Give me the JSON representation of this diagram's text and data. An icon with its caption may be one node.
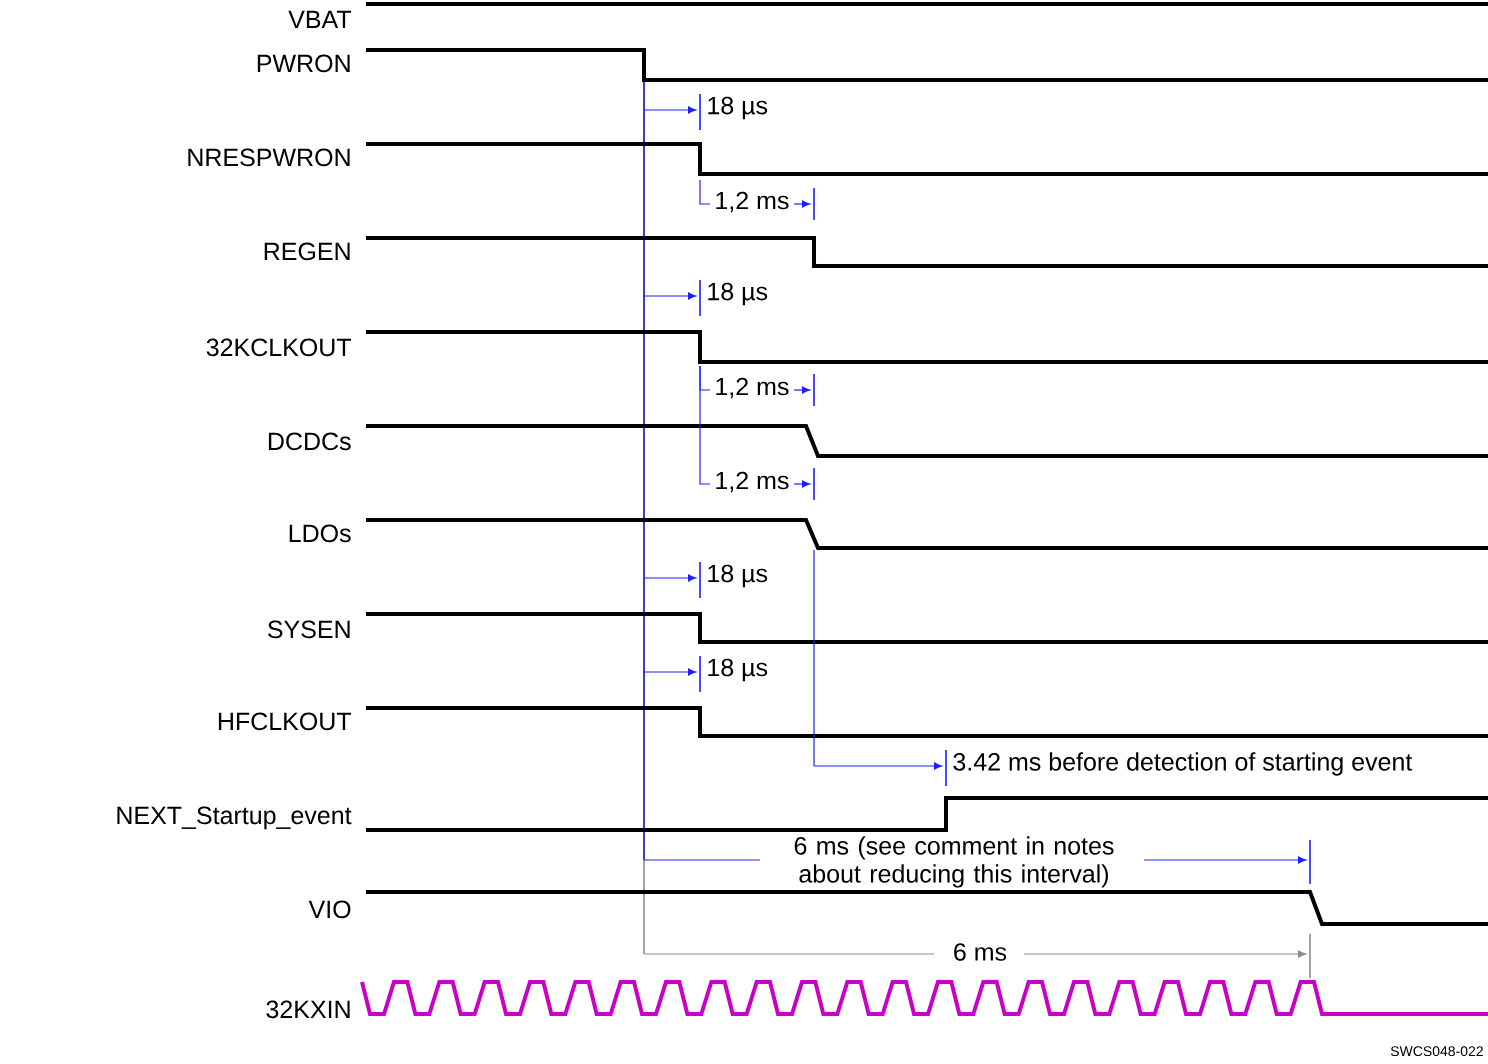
{
  "diagram": {
    "labels": [
      "VBAT",
      "PWRON",
      "18 µs",
      "NRESPWRON",
      "1,2 ms",
      "REGEN",
      "18 µs",
      "32KCLKOUT",
      "1,2 ms",
      "DCDCs",
      "1,2 ms",
      "LDOs",
      "18 µs",
      "SYSEN",
      "18 µs",
      "HFCLKOUT",
      "3.42 ms before detection of starting event",
      "NEXT_Startup_event",
      "6 ms (see comment in notes about reducing this interval)",
      "VIO",
      "6 ms",
      "32KXIN",
      "SWCS048-022"
    ]
  }
}
